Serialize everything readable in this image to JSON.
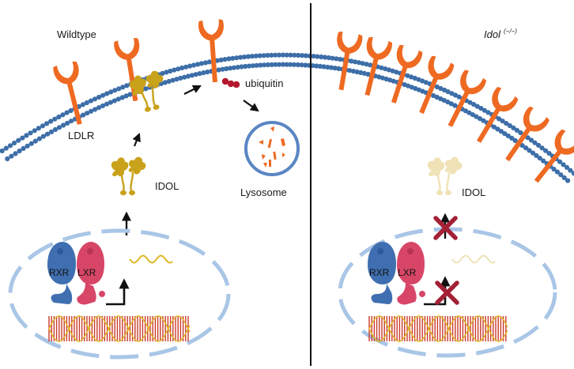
{
  "left_panel": {
    "title": "Wildtype",
    "labels": {
      "ldlr": "LDLR",
      "idol": "IDOL",
      "ubiquitin": "ubiquitin",
      "lysosome": "Lysosome"
    },
    "tf": {
      "rxr": "RXR",
      "lxr": "LXR"
    }
  },
  "right_panel": {
    "title_main": "Idol",
    "title_sup": "(−/−)",
    "labels": {
      "idol": "IDOL"
    },
    "tf": {
      "rxr": "RXR",
      "lxr": "LXR"
    }
  },
  "colors": {
    "membrane": "#3d6ea8",
    "receptor": "#ee6a22",
    "idol": "#c9a21b",
    "idol_faded": "#efe2b6",
    "rxr": "#3f6fb0",
    "lxr": "#d84667",
    "nucleus": "#a9c6e6",
    "lysosome": "#5a86c4",
    "ubiquitin": "#b3182f",
    "block_x": "#a32036",
    "dna_red": "#c93a2a",
    "dna_yellow": "#e0b726",
    "divider": "#111111"
  }
}
